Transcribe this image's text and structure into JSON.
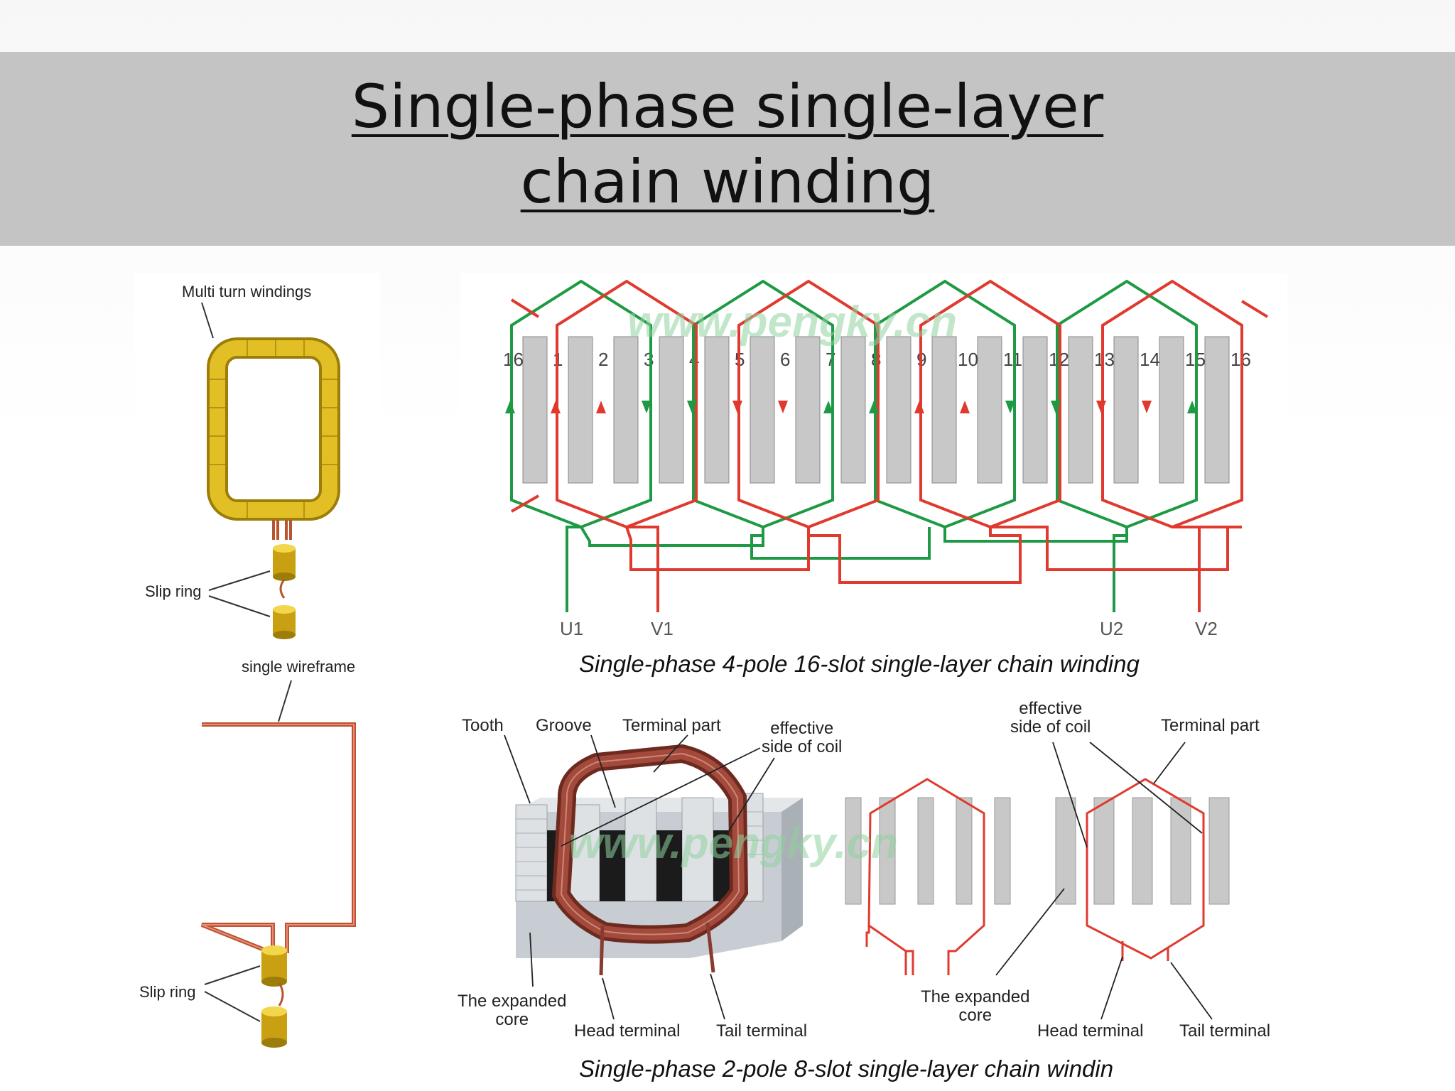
{
  "title": {
    "line1": "Single-phase single-layer",
    "line2": "chain winding"
  },
  "top_left": {
    "label_multi": "Multi turn windings",
    "label_slip": "Slip ring"
  },
  "bottom_left": {
    "label_wire": "single wireframe",
    "label_slip": "Slip ring"
  },
  "diagram16": {
    "slot_numbers": [
      "16",
      "1",
      "2",
      "3",
      "4",
      "5",
      "6",
      "7",
      "8",
      "9",
      "10",
      "11",
      "12",
      "13",
      "14",
      "15",
      "16"
    ],
    "terminals": {
      "u1": "U1",
      "v1": "V1",
      "u2": "U2",
      "v2": "V2"
    },
    "watermark": "www.pengky.cn",
    "caption": "Single-phase 4-pole 16-slot single-layer chain winding"
  },
  "diagram8": {
    "labels": {
      "tooth": "Tooth",
      "groove": "Groove",
      "terminal_part_1": "Terminal part",
      "effective_side_1": "effective\nside of coil",
      "expanded_core_1": "The expanded\ncore",
      "head_terminal_1": "Head terminal",
      "tail_terminal_1": "Tail terminal",
      "effective_side_2": "effective\nside of coil",
      "terminal_part_2": "Terminal part",
      "expanded_core_2": "The expanded\ncore",
      "head_terminal_2": "Head terminal",
      "tail_terminal_2": "Tail terminal"
    },
    "watermark": "www.pengky.cn",
    "caption": "Single-phase 2-pole 8-slot single-layer chain windin"
  },
  "colors": {
    "red": "#e03a2f",
    "green": "#1e9a44",
    "gold": "#d8b21b",
    "copper": "#a24a3c",
    "slot_gray": "#c8c8c8"
  }
}
